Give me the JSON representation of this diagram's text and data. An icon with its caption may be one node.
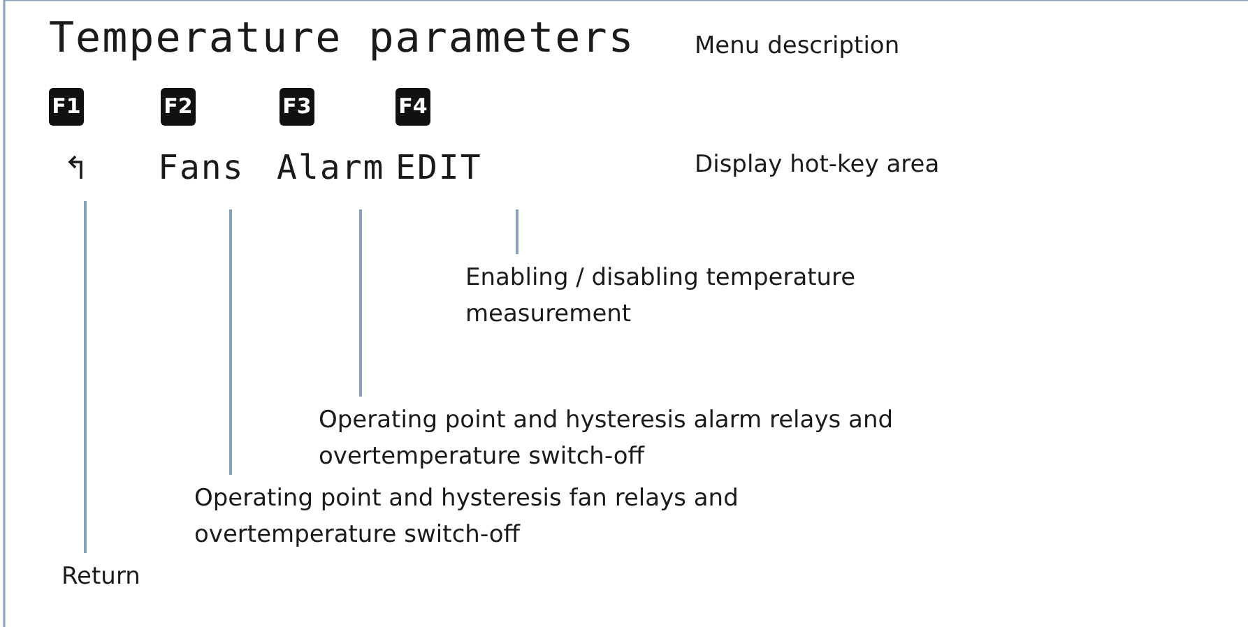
{
  "diagram": {
    "nodes": [
      {
        "text": [
          "F1"
        ]
      },
      {
        "text": [
          "F2"
        ]
      },
      {
        "text": [
          "F3"
        ]
      },
      {
        "text": [
          "F4"
        ]
      },
      {
        "text": [],
        "shape": "picture"
      },
      {
        "text": [
          "Fans"
        ]
      },
      {
        "text": [
          "Alarm"
        ]
      },
      {
        "text": [
          "EDIT"
        ]
      },
      {
        "text": [
          "Enabling / disabling temperature measurement"
        ]
      },
      {
        "text": [
          "Operating point and hysteresis alarm relays and overtemperature switch-off"
        ]
      },
      {
        "text": [
          "Operating point and hysteresis fan relays and overtemperature switch-off"
        ]
      },
      {
        "text": [
          "Return"
        ]
      }
    ],
    "edges": [
      {
        "from": 7,
        "to": 8,
        "arrow": "none"
      },
      {
        "from": 6,
        "to": 9,
        "arrow": "none"
      },
      {
        "from": 5,
        "to": 10,
        "arrow": "none"
      },
      {
        "from": 4,
        "to": 11,
        "arrow": "none"
      }
    ],
    "labels": [
      "Temperature parameters",
      "Menu description",
      "Display hot-key area"
    ]
  }
}
